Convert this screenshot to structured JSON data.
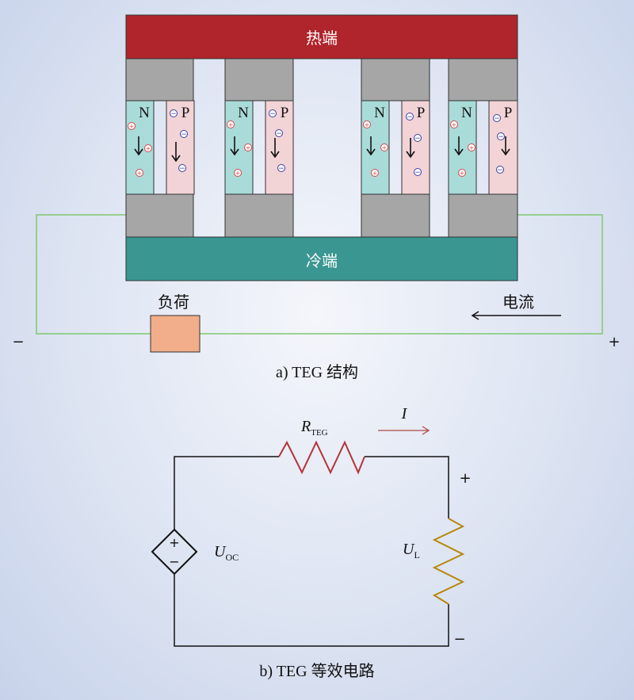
{
  "structure": {
    "hot_label": "热端",
    "cold_label": "冷端",
    "load_label": "负荷",
    "current_label": "电流",
    "n_label": "N",
    "p_label": "P",
    "minus_terminal": "−",
    "plus_terminal": "+",
    "caption": "a) TEG 结构"
  },
  "circuit": {
    "r_main": "R",
    "r_sub": "TEG",
    "current_symbol": "I",
    "source_main": "U",
    "source_sub": "OC",
    "source_plus": "+",
    "source_minus": "−",
    "load_main": "U",
    "load_sub": "L",
    "plus": "+",
    "minus": "−",
    "caption": "b) TEG 等效电路"
  },
  "colors": {
    "hot": "#b0242b",
    "cold": "#3a9690",
    "ceramic": "#a6a6a6",
    "n_leg": "#a9dbd9",
    "p_leg": "#f2d3d6",
    "load": "#f2ad8a",
    "wire": "#7fc870",
    "r_teg": "#b3333a",
    "r_load": "#b8860b",
    "current_arrow": "#b04a45"
  }
}
